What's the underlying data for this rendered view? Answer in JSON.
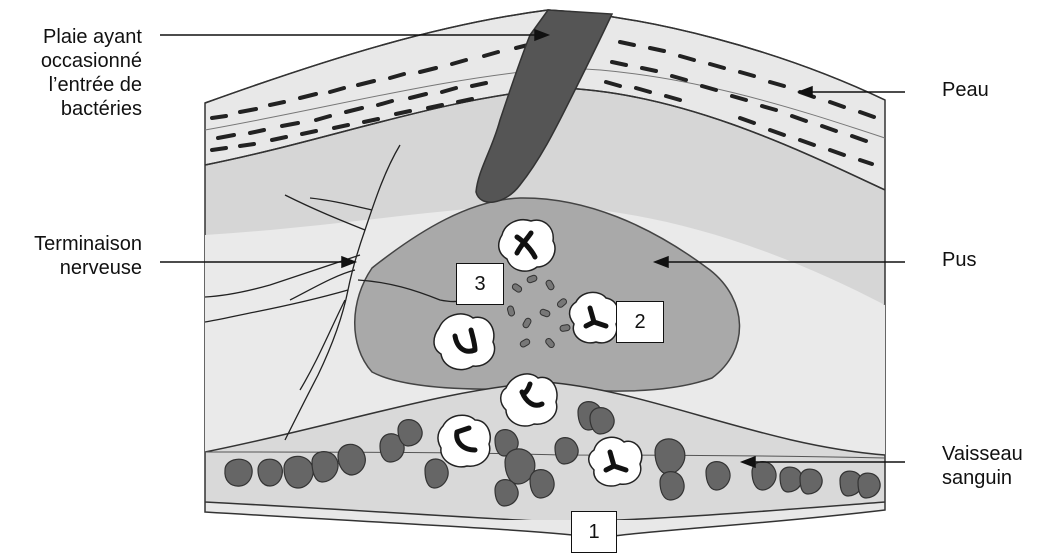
{
  "labels": {
    "wound": [
      "Plaie ayant",
      "occasionné",
      "l’entrée de",
      "bactéries"
    ],
    "nerve": [
      "Terminaison",
      "nerveuse"
    ],
    "skin": "Peau",
    "pus": "Pus",
    "vessel": [
      "Vaisseau",
      "sanguin"
    ]
  },
  "numbers": {
    "n1": "1",
    "n2": "2",
    "n3": "3"
  }
}
